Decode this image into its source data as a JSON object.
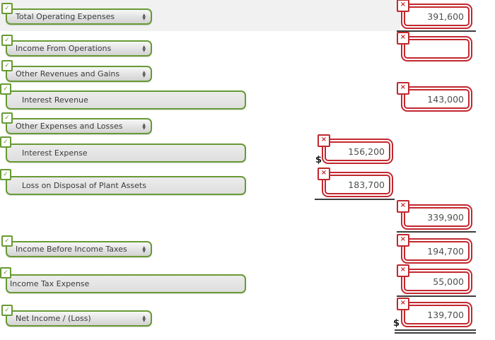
{
  "icons": {
    "check": "✓",
    "close": "×",
    "stepper_up": "▲",
    "stepper_down": "▼"
  },
  "colors": {
    "green_border": "#679a33",
    "red_border": "#c2272e",
    "row_stripe": "#f1f1f1",
    "underline": "#3d3d3d"
  },
  "rows": [
    {
      "label": "Total Operating Expenses",
      "control": "select",
      "amount": "391,600",
      "column": "right",
      "underline": "single"
    },
    {
      "label": "Income From Operations",
      "control": "select",
      "amount": "",
      "column": "right",
      "underline": "none"
    },
    {
      "label": "Other Revenues and Gains",
      "control": "select"
    },
    {
      "label": "Interest Revenue",
      "control": "text",
      "amount": "143,000",
      "column": "right",
      "underline": "none"
    },
    {
      "label": "Other Expenses and Losses",
      "control": "select"
    },
    {
      "label": "Interest Expense",
      "control": "text",
      "amount": "156,200",
      "column": "middle",
      "underline": "none",
      "prefix": "$"
    },
    {
      "label": "Loss on Disposal of Plant Assets",
      "control": "text",
      "amount": "183,700",
      "column": "middle",
      "underline": "single"
    },
    {
      "label": "",
      "control": "none",
      "amount": "339,900",
      "column": "right",
      "underline": "single"
    },
    {
      "label": "Income Before Income Taxes",
      "control": "select",
      "amount": "194,700",
      "column": "right",
      "underline": "none"
    },
    {
      "label": "Income Tax Expense",
      "control": "text",
      "amount": "55,000",
      "column": "right",
      "underline": "single"
    },
    {
      "label": "Net Income / (Loss)",
      "control": "select",
      "amount": "139,700",
      "column": "right",
      "underline": "double",
      "prefix": "$"
    }
  ]
}
